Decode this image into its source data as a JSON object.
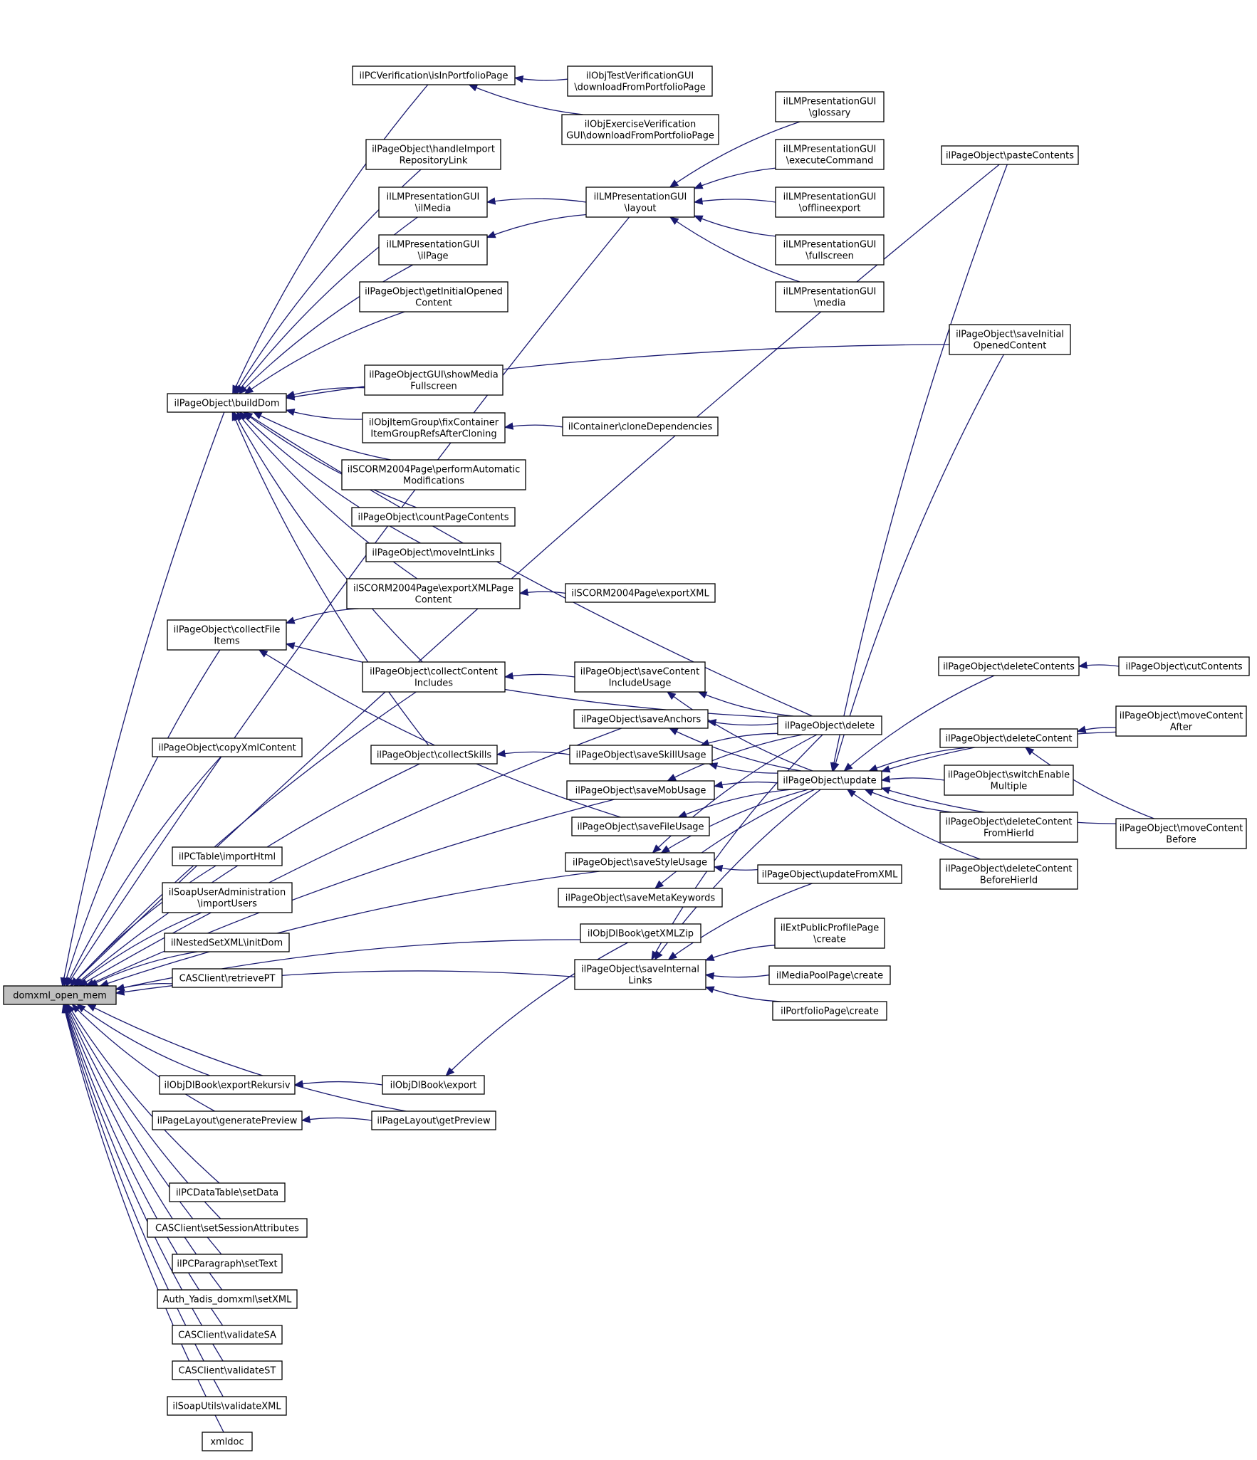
{
  "graph": {
    "root": "domxml_open_mem",
    "nodes": [
      {
        "id": "root",
        "lines": [
          "domxml_open_mem"
        ],
        "root": true
      },
      {
        "id": "buildDom",
        "lines": [
          "ilPageObject\\buildDom"
        ]
      },
      {
        "id": "pcVerif",
        "lines": [
          "ilPCVerification\\isInPortfolioPage"
        ]
      },
      {
        "id": "testVerif",
        "lines": [
          "ilObjTestVerificationGUI",
          "\\downloadFromPortfolioPage"
        ]
      },
      {
        "id": "exVerif",
        "lines": [
          "ilObjExerciseVerification",
          "GUI\\downloadFromPortfolioPage"
        ]
      },
      {
        "id": "handleImport",
        "lines": [
          "ilPageObject\\handleImport",
          "RepositoryLink"
        ]
      },
      {
        "id": "lmIlMedia",
        "lines": [
          "ilLMPresentationGUI",
          "\\ilMedia"
        ]
      },
      {
        "id": "lmIlPage",
        "lines": [
          "ilLMPresentationGUI",
          "\\ilPage"
        ]
      },
      {
        "id": "lmLayout",
        "lines": [
          "ilLMPresentationGUI",
          "\\layout"
        ]
      },
      {
        "id": "lmGlossary",
        "lines": [
          "ilLMPresentationGUI",
          "\\glossary"
        ]
      },
      {
        "id": "lmExec",
        "lines": [
          "ilLMPresentationGUI",
          "\\executeCommand"
        ]
      },
      {
        "id": "lmOffline",
        "lines": [
          "ilLMPresentationGUI",
          "\\offlineexport"
        ]
      },
      {
        "id": "lmFullscreen",
        "lines": [
          "ilLMPresentationGUI",
          "\\fullscreen"
        ]
      },
      {
        "id": "lmMedia",
        "lines": [
          "ilLMPresentationGUI",
          "\\media"
        ]
      },
      {
        "id": "getInitial",
        "lines": [
          "ilPageObject\\getInitialOpened",
          "Content"
        ]
      },
      {
        "id": "showMedia",
        "lines": [
          "ilPageObjectGUI\\showMedia",
          "Fullscreen"
        ]
      },
      {
        "id": "fixContainer",
        "lines": [
          "ilObjItemGroup\\fixContainer",
          "ItemGroupRefsAfterCloning"
        ]
      },
      {
        "id": "cloneDeps",
        "lines": [
          "ilContainer\\cloneDependencies"
        ]
      },
      {
        "id": "scormPerform",
        "lines": [
          "ilSCORM2004Page\\performAutomatic",
          "Modifications"
        ]
      },
      {
        "id": "countPage",
        "lines": [
          "ilPageObject\\countPageContents"
        ]
      },
      {
        "id": "moveIntLinks",
        "lines": [
          "ilPageObject\\moveIntLinks"
        ]
      },
      {
        "id": "scormExportPage",
        "lines": [
          "ilSCORM2004Page\\exportXMLPage",
          "Content"
        ]
      },
      {
        "id": "scormExport",
        "lines": [
          "ilSCORM2004Page\\exportXML"
        ]
      },
      {
        "id": "collectFile",
        "lines": [
          "ilPageObject\\collectFile",
          "Items"
        ]
      },
      {
        "id": "collectContent",
        "lines": [
          "ilPageObject\\collectContent",
          "Includes"
        ]
      },
      {
        "id": "saveContentInc",
        "lines": [
          "ilPageObject\\saveContent",
          "IncludeUsage"
        ]
      },
      {
        "id": "saveAnchors",
        "lines": [
          "ilPageObject\\saveAnchors"
        ]
      },
      {
        "id": "copyXml",
        "lines": [
          "ilPageObject\\copyXmlContent"
        ]
      },
      {
        "id": "collectSkills",
        "lines": [
          "ilPageObject\\collectSkills"
        ]
      },
      {
        "id": "saveSkill",
        "lines": [
          "ilPageObject\\saveSkillUsage"
        ]
      },
      {
        "id": "saveMob",
        "lines": [
          "ilPageObject\\saveMobUsage"
        ]
      },
      {
        "id": "saveFile",
        "lines": [
          "ilPageObject\\saveFileUsage"
        ]
      },
      {
        "id": "saveStyle",
        "lines": [
          "ilPageObject\\saveStyleUsage"
        ]
      },
      {
        "id": "saveMeta",
        "lines": [
          "ilPageObject\\saveMetaKeywords"
        ]
      },
      {
        "id": "getXMLZip",
        "lines": [
          "ilObjDlBook\\getXMLZip"
        ]
      },
      {
        "id": "saveInternal",
        "lines": [
          "ilPageObject\\saveInternal",
          "Links"
        ]
      },
      {
        "id": "pcTable",
        "lines": [
          "ilPCTable\\importHtml"
        ]
      },
      {
        "id": "soapUser",
        "lines": [
          "ilSoapUserAdministration",
          "\\importUsers"
        ]
      },
      {
        "id": "nestedSet",
        "lines": [
          "ilNestedSetXML\\initDom"
        ]
      },
      {
        "id": "casRetrieve",
        "lines": [
          "CASClient\\retrievePT"
        ]
      },
      {
        "id": "exportRek",
        "lines": [
          "ilObjDlBook\\exportRekursiv"
        ]
      },
      {
        "id": "dlExport",
        "lines": [
          "ilObjDlBook\\export"
        ]
      },
      {
        "id": "genPreview",
        "lines": [
          "ilPageLayout\\generatePreview"
        ]
      },
      {
        "id": "getPreview",
        "lines": [
          "ilPageLayout\\getPreview"
        ]
      },
      {
        "id": "dataTable",
        "lines": [
          "ilPCDataTable\\setData"
        ]
      },
      {
        "id": "casSession",
        "lines": [
          "CASClient\\setSessionAttributes"
        ]
      },
      {
        "id": "pcPara",
        "lines": [
          "ilPCParagraph\\setText"
        ]
      },
      {
        "id": "yadis",
        "lines": [
          "Auth_Yadis_domxml\\setXML"
        ]
      },
      {
        "id": "casSA",
        "lines": [
          "CASClient\\validateSA"
        ]
      },
      {
        "id": "casST",
        "lines": [
          "CASClient\\validateST"
        ]
      },
      {
        "id": "soapUtils",
        "lines": [
          "ilSoapUtils\\validateXML"
        ]
      },
      {
        "id": "xmldoc",
        "lines": [
          "xmldoc"
        ]
      },
      {
        "id": "delete",
        "lines": [
          "ilPageObject\\delete"
        ]
      },
      {
        "id": "update",
        "lines": [
          "ilPageObject\\update"
        ]
      },
      {
        "id": "updateFromXML",
        "lines": [
          "ilPageObject\\updateFromXML"
        ]
      },
      {
        "id": "extProfile",
        "lines": [
          "ilExtPublicProfilePage",
          "\\create"
        ]
      },
      {
        "id": "mediaPool",
        "lines": [
          "ilMediaPoolPage\\create"
        ]
      },
      {
        "id": "portfolio",
        "lines": [
          "ilPortfolioPage\\create"
        ]
      },
      {
        "id": "pasteContents",
        "lines": [
          "ilPageObject\\pasteContents"
        ]
      },
      {
        "id": "saveInitial",
        "lines": [
          "ilPageObject\\saveInitial",
          "OpenedContent"
        ]
      },
      {
        "id": "deleteContents",
        "lines": [
          "ilPageObject\\deleteContents"
        ]
      },
      {
        "id": "cutContents",
        "lines": [
          "ilPageObject\\cutContents"
        ]
      },
      {
        "id": "deleteContent",
        "lines": [
          "ilPageObject\\deleteContent"
        ]
      },
      {
        "id": "moveAfter",
        "lines": [
          "ilPageObject\\moveContent",
          "After"
        ]
      },
      {
        "id": "switchEnable",
        "lines": [
          "ilPageObject\\switchEnable",
          "Multiple"
        ]
      },
      {
        "id": "delFromHier",
        "lines": [
          "ilPageObject\\deleteContent",
          "FromHierId"
        ]
      },
      {
        "id": "delBeforeHier",
        "lines": [
          "ilPageObject\\deleteContent",
          "BeforeHierId"
        ]
      },
      {
        "id": "moveBefore",
        "lines": [
          "ilPageObject\\moveContent",
          "Before"
        ]
      }
    ],
    "edges": [
      [
        "root",
        "buildDom"
      ],
      [
        "root",
        "collectFile"
      ],
      [
        "root",
        "collectContent"
      ],
      [
        "root",
        "saveAnchors"
      ],
      [
        "root",
        "copyXml"
      ],
      [
        "root",
        "collectSkills"
      ],
      [
        "root",
        "saveMob"
      ],
      [
        "root",
        "saveStyle"
      ],
      [
        "root",
        "pcTable"
      ],
      [
        "root",
        "soapUser"
      ],
      [
        "root",
        "nestedSet"
      ],
      [
        "root",
        "casRetrieve"
      ],
      [
        "root",
        "saveInternal"
      ],
      [
        "root",
        "getXMLZip"
      ],
      [
        "root",
        "exportRek"
      ],
      [
        "root",
        "genPreview"
      ],
      [
        "root",
        "dataTable"
      ],
      [
        "root",
        "casSession"
      ],
      [
        "root",
        "pcPara"
      ],
      [
        "root",
        "yadis"
      ],
      [
        "root",
        "casSA"
      ],
      [
        "root",
        "casST"
      ],
      [
        "root",
        "soapUtils"
      ],
      [
        "root",
        "xmldoc"
      ],
      [
        "root",
        "pasteContents"
      ],
      [
        "root",
        "lmLayout"
      ],
      [
        "root",
        "getPreview"
      ],
      [
        "buildDom",
        "pcVerif"
      ],
      [
        "buildDom",
        "handleImport"
      ],
      [
        "buildDom",
        "lmIlMedia"
      ],
      [
        "buildDom",
        "lmIlPage"
      ],
      [
        "buildDom",
        "getInitial"
      ],
      [
        "buildDom",
        "delete"
      ],
      [
        "buildDom",
        "showMedia"
      ],
      [
        "buildDom",
        "fixContainer"
      ],
      [
        "buildDom",
        "scormPerform"
      ],
      [
        "buildDom",
        "countPage"
      ],
      [
        "buildDom",
        "moveIntLinks"
      ],
      [
        "buildDom",
        "scormExportPage"
      ],
      [
        "buildDom",
        "collectContent"
      ],
      [
        "buildDom",
        "collectSkills"
      ],
      [
        "buildDom",
        "saveInitial"
      ],
      [
        "pcVerif",
        "testVerif"
      ],
      [
        "pcVerif",
        "exVerif"
      ],
      [
        "lmIlMedia",
        "lmLayout"
      ],
      [
        "lmIlPage",
        "lmLayout"
      ],
      [
        "lmLayout",
        "lmGlossary"
      ],
      [
        "lmLayout",
        "lmExec"
      ],
      [
        "lmLayout",
        "lmOffline"
      ],
      [
        "lmLayout",
        "lmFullscreen"
      ],
      [
        "lmLayout",
        "lmMedia"
      ],
      [
        "fixContainer",
        "cloneDeps"
      ],
      [
        "scormExportPage",
        "scormExport"
      ],
      [
        "collectFile",
        "scormExportPage"
      ],
      [
        "collectFile",
        "delete"
      ],
      [
        "collectFile",
        "saveFile"
      ],
      [
        "collectContent",
        "saveContentInc"
      ],
      [
        "collectSkills",
        "saveSkill"
      ],
      [
        "saveContentInc",
        "delete"
      ],
      [
        "saveContentInc",
        "update"
      ],
      [
        "saveAnchors",
        "delete"
      ],
      [
        "saveAnchors",
        "update"
      ],
      [
        "saveSkill",
        "delete"
      ],
      [
        "saveSkill",
        "update"
      ],
      [
        "saveMob",
        "delete"
      ],
      [
        "saveMob",
        "update"
      ],
      [
        "saveFile",
        "update"
      ],
      [
        "saveStyle",
        "delete"
      ],
      [
        "saveStyle",
        "update"
      ],
      [
        "saveStyle",
        "updateFromXML"
      ],
      [
        "saveMeta",
        "update"
      ],
      [
        "saveInternal",
        "delete"
      ],
      [
        "saveInternal",
        "update"
      ],
      [
        "saveInternal",
        "updateFromXML"
      ],
      [
        "saveInternal",
        "extProfile"
      ],
      [
        "saveInternal",
        "mediaPool"
      ],
      [
        "saveInternal",
        "portfolio"
      ],
      [
        "exportRek",
        "dlExport"
      ],
      [
        "dlExport",
        "getXMLZip"
      ],
      [
        "genPreview",
        "getPreview"
      ],
      [
        "update",
        "pasteContents"
      ],
      [
        "update",
        "saveInitial"
      ],
      [
        "update",
        "deleteContents"
      ],
      [
        "update",
        "deleteContent"
      ],
      [
        "update",
        "moveAfter"
      ],
      [
        "update",
        "switchEnable"
      ],
      [
        "update",
        "delFromHier"
      ],
      [
        "update",
        "delBeforeHier"
      ],
      [
        "update",
        "moveBefore"
      ],
      [
        "deleteContents",
        "cutContents"
      ],
      [
        "deleteContent",
        "moveAfter"
      ],
      [
        "deleteContent",
        "moveBefore"
      ]
    ]
  },
  "colors": {
    "edge": "#191970",
    "root_fill": "#bfbfbf",
    "node_fill": "#ffffff",
    "border": "#000000"
  }
}
